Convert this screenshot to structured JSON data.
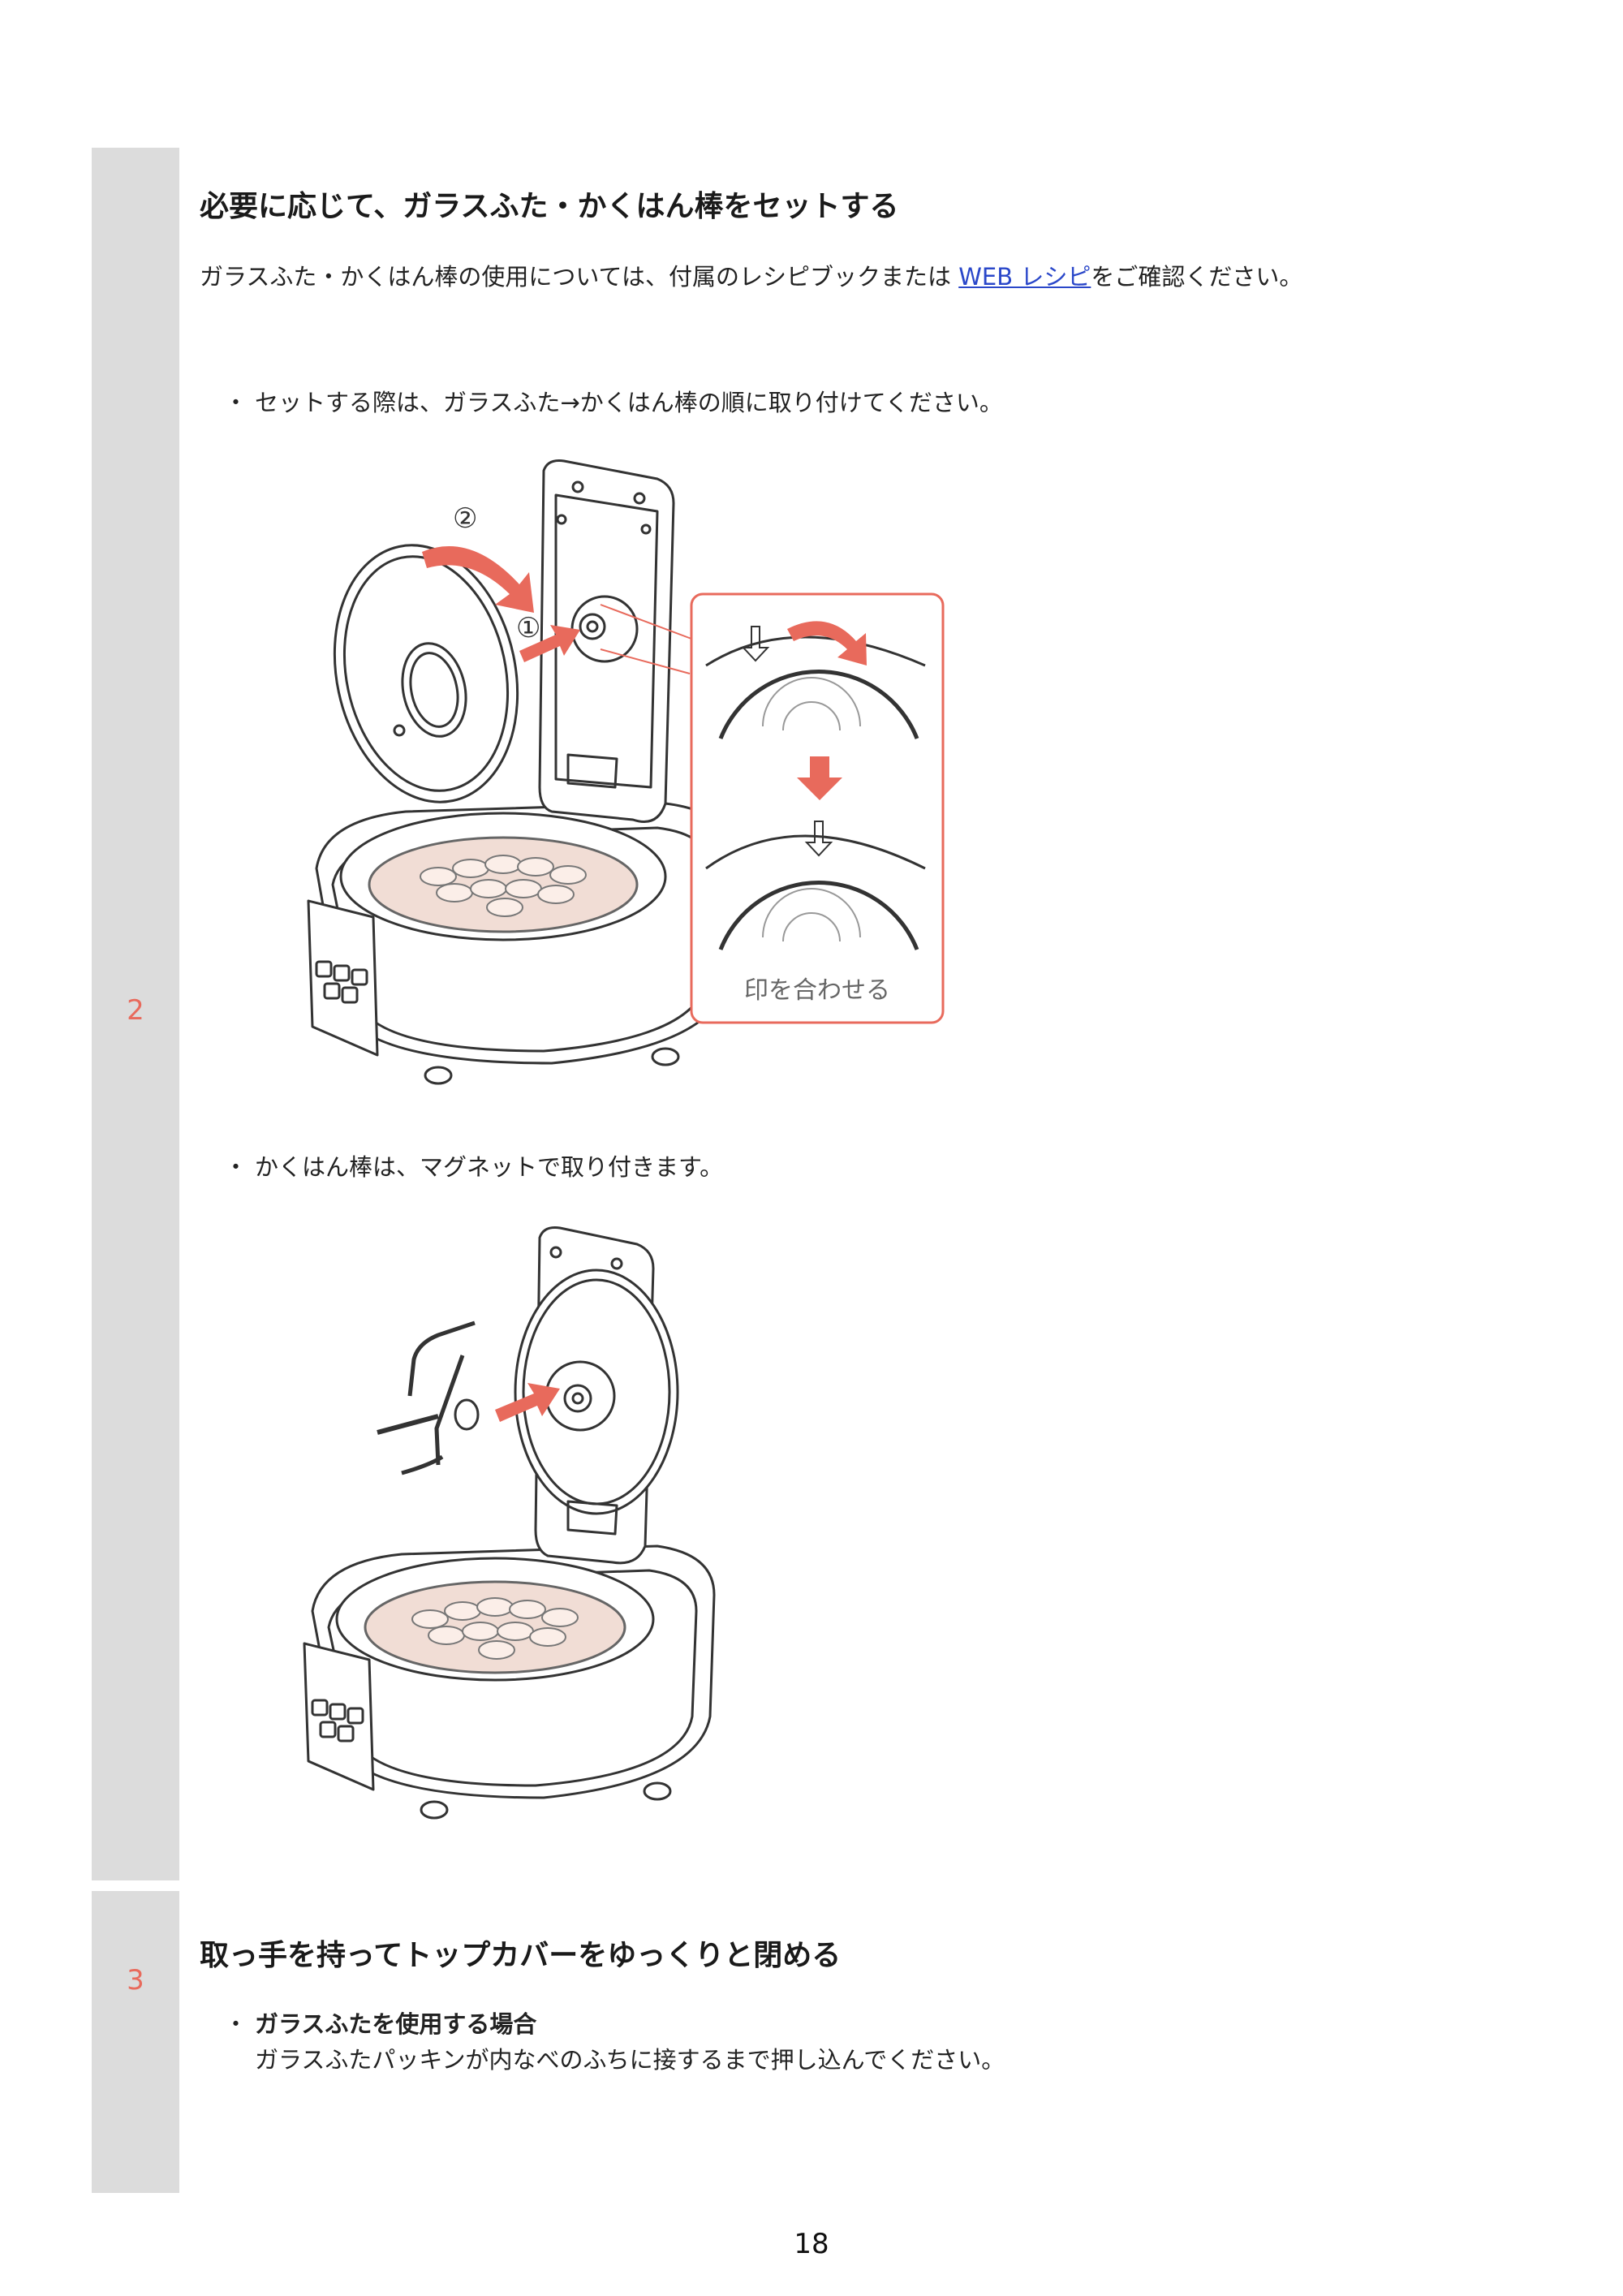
{
  "step2": {
    "number": "2",
    "heading": "必要に応じて、ガラスふた・かくはん棒をセットする",
    "para_before": "ガラスふた・かくはん棒の使用については、付属のレシピブックまたは ",
    "para_link": "WEB レシピ",
    "para_after": "をご確認ください。",
    "bullet1": "セットする際は、ガラスふた→かくはん棒の順に取り付けてください。",
    "figure1": {
      "label_1": "①",
      "label_2": "②",
      "callout_label": "印を合わせる"
    },
    "bullet2": "かくはん棒は、マグネットで取り付きます。"
  },
  "step3": {
    "number": "3",
    "heading": "取っ手を持ってトップカバーをゆっくりと閉める",
    "bullet_title": "ガラスふたを使用する場合",
    "bullet_body": "ガラスふたパッキンが内なべのふちに接するまで押し込んでください。"
  },
  "bullet_mark": "・",
  "page_number": "18",
  "colors": {
    "accent": "#e86a5c",
    "sidebar": "#dcdcdc",
    "link": "#2a47c9"
  }
}
